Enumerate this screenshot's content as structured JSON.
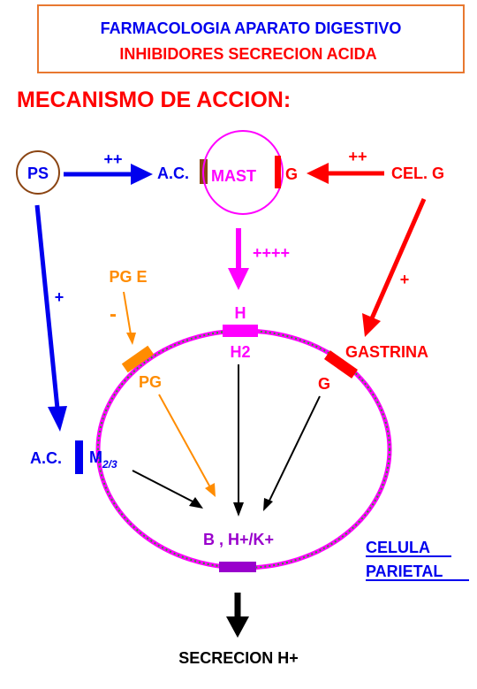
{
  "header": {
    "line1": "FARMACOLOGIA APARATO DIGESTIVO",
    "line2": "INHIBIDORES SECRECION ACIDA"
  },
  "section_title": "MECANISMO DE ACCION:",
  "nodes": {
    "ps": "PS",
    "ac_top": "A.C.",
    "mast": "MAST",
    "g_mast": "G",
    "cel_g": "CEL. G",
    "pg_e": "PG E",
    "h": "H",
    "h2": "H2",
    "gastrina": "GASTRINA",
    "pg": "PG",
    "g_cell": "G",
    "ac_left": "A.C.",
    "m_main": "M",
    "m_sub": "2/3",
    "pump": "B , H+/K+",
    "celula_line1": "CELULA",
    "celula_line2": "PARIETAL",
    "secretion": "SECRECION H+"
  },
  "arrow_labels": {
    "ps_to_ac": "++",
    "celg_to_mast": "++",
    "mast_to_h": "++++",
    "ps_to_ac_left": "+",
    "celg_to_gastrina": "+",
    "pge_to_pg": "-"
  },
  "colors": {
    "blue": "#0000ee",
    "red": "#ff0000",
    "magenta": "#ff00ff",
    "orange": "#ff8c00",
    "brown": "#8b4513",
    "purple": "#9900cc",
    "green": "#22aa22",
    "black": "#000000"
  }
}
